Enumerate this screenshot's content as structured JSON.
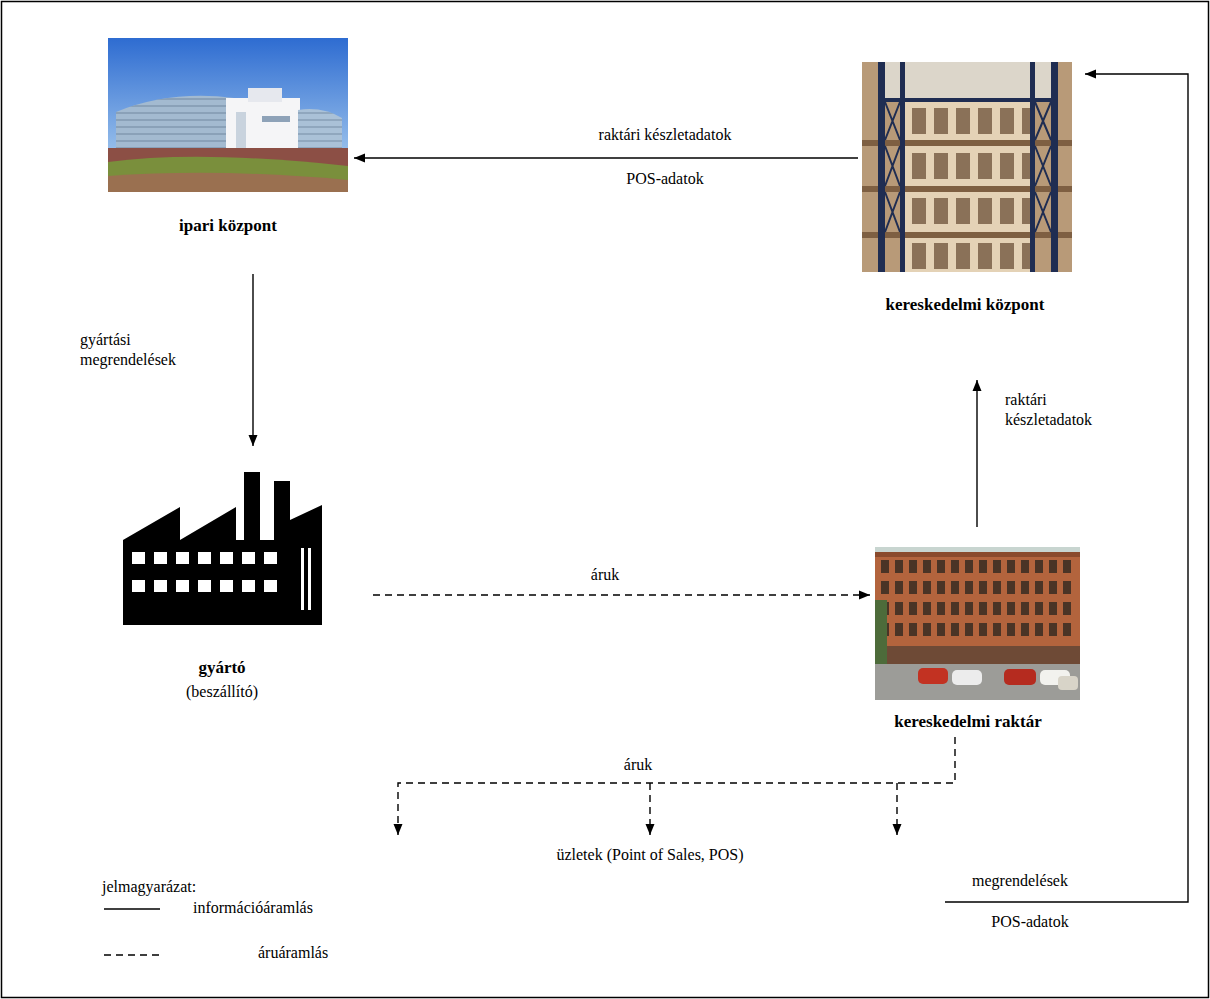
{
  "diagram": {
    "nodes": [
      {
        "text": [
          "ipari központ"
        ]
      },
      {
        "text": [
          "kereskedelmi központ"
        ]
      },
      {
        "text": [
          "gyártó",
          "(beszállító)"
        ]
      },
      {
        "text": [
          "kereskedelmi raktár"
        ]
      },
      {
        "text": [
          "üzletek (Point of Sales, POS)"
        ]
      }
    ],
    "edges": [
      {
        "from": 1,
        "to": 0,
        "label": "raktári készletadatok",
        "arrow": "to"
      },
      {
        "from": 0,
        "to": 2,
        "label": "gyártási megrendelések",
        "arrow": "to"
      },
      {
        "from": 2,
        "to": 3,
        "label": "áruk",
        "arrow": "to"
      },
      {
        "from": 3,
        "to": 1,
        "label": "raktári készletadatok",
        "arrow": "to"
      },
      {
        "from": 3,
        "to": 4,
        "label": "áruk",
        "arrow": "to"
      },
      {
        "from": 4,
        "to": 1,
        "label": "megrendelések",
        "arrow": "to"
      }
    ],
    "labels": [
      "POS-adatok",
      "POS-adatok",
      "jelmagyarázat:"
    ],
    "legend": [
      {
        "text": "információáramlás"
      },
      {
        "text": "áruáramlás"
      }
    ]
  }
}
